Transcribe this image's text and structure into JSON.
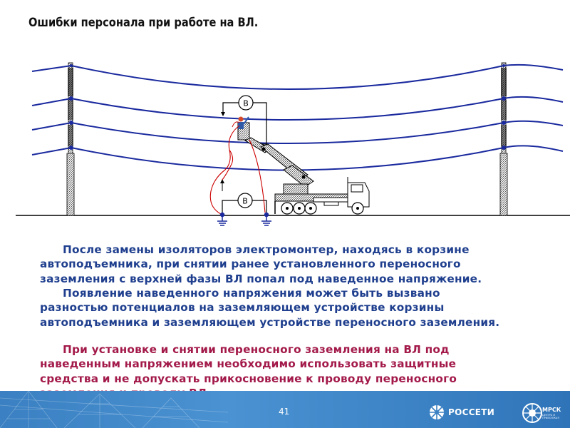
{
  "slide": {
    "title": "Ошибки персонала при работе на ВЛ."
  },
  "diagram": {
    "meter_label": "В",
    "colors": {
      "wire": "#1a2a9e",
      "cable": "#cc0000",
      "ground": "#1a2a9e",
      "equipment": "#111111"
    }
  },
  "body": {
    "paragraph1": [
      "После замены изоляторов электромонтер, находясь в корзине",
      "автоподъемника, при снятии ранее установленного переносного",
      "заземления с верхней фазы ВЛ попал под наведенное напряжение."
    ],
    "paragraph2": [
      "Появление наведенного напряжения может быть вызвано",
      "разностью потенциалов на заземляющем устройстве корзины",
      "автоподъемника и заземляющем устройстве переносного заземления."
    ],
    "paragraph3": [
      "При установке и снятии переносного заземления на ВЛ под",
      "наведенным напряжением необходимо использовать защитные",
      "средства и не допускать прикосновение к проводу переносного",
      "заземления и проводу ВЛ."
    ],
    "colors": {
      "blue_text": "#1f3f8e",
      "red_text": "#a31a4a"
    }
  },
  "footer": {
    "page_number": "41",
    "logo1_text": "РОССЕТИ",
    "logo2_text": "МРСК",
    "logo2_subtext": "ЦЕНТРА И ПРИВОЛЖЬЯ",
    "colors": {
      "bar": "#4a92d2"
    }
  }
}
